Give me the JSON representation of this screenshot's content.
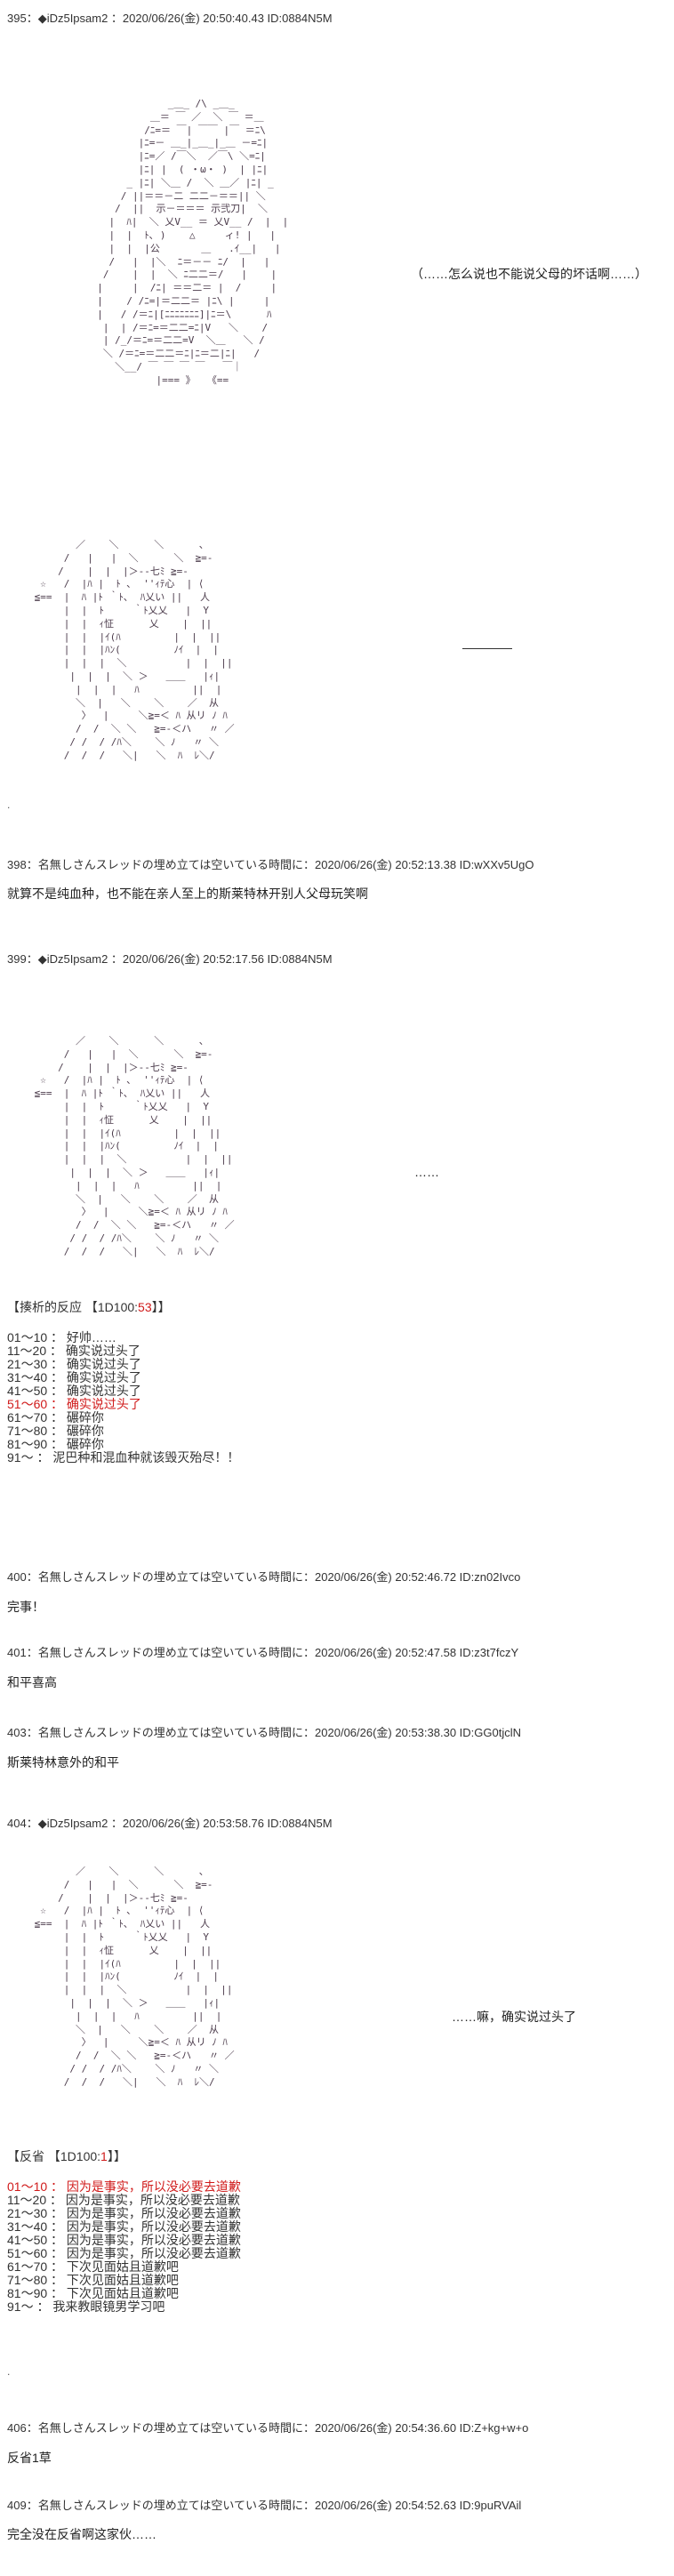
{
  "posts": [
    {
      "head": "395：◆iDz5Ipsam2 ：2020/06/26(金) 20:50:40.43 ID:0884N5M"
    },
    {
      "head": "398：名無しさんスレッドの埋め立ては空いている時間に：2020/06/26(金) 20:52:13.38 ID:wXXv5UgO",
      "body": "就算不是纯血种，也不能在亲人至上的斯莱特林开别人父母玩笑啊"
    },
    {
      "head": "399：◆iDz5Ipsam2 ：2020/06/26(金) 20:52:17.56 ID:0884N5M"
    },
    {
      "head": "400：名無しさんスレッドの埋め立ては空いている時間に：2020/06/26(金) 20:52:46.72 ID:zn02Ivco",
      "body": "完事！"
    },
    {
      "head": "401：名無しさんスレッドの埋め立ては空いている時間に：2020/06/26(金) 20:52:47.58 ID:z3t7fczY",
      "body": "和平喜高"
    },
    {
      "head": "403：名無しさんスレッドの埋め立ては空いている時間に：2020/06/26(金) 20:53:38.30 ID:GG0tjclN",
      "body": "斯莱特林意外的和平"
    },
    {
      "head": "404：◆iDz5Ipsam2 ：2020/06/26(金) 20:53:58.76 ID:0884N5M"
    },
    {
      "head": "406：名無しさんスレッドの埋め立ては空いている時間に：2020/06/26(金) 20:54:36.60 ID:Z+kg+w+o",
      "body": "反省1草"
    },
    {
      "head": "409：名無しさんスレッドの埋め立ては空いている時間に：2020/06/26(金) 20:54:52.63 ID:9puRVAil",
      "body": "完全没在反省啊这家伙……"
    }
  ],
  "asides": {
    "a1": "（……怎么说也不能说父母的坏话啊……）",
    "a2": "————",
    "a3": "……",
    "a4": "……嘛，确实说过头了"
  },
  "aa1": [
    "              _＿_ /\\ _＿_",
    "           ＿＝ ￣ ／  ＼ ￣ ＝＿",
    "          /ﾆ=＝ ￣| ￣￣ |￣ ＝ﾆ\\",
    "         |ﾆ=－ ＿_|_＿_|_＿ －=ﾆ|",
    "         |ﾆ=／ /￣＼  ／￣\\ ＼=ﾆ|",
    "         |ﾆ| |  ( ・ω・ )  | |ﾆ|",
    "       _ |ﾆ| ＼＿ /  ＼ ＿／ |ﾆ| _",
    "      / ||＝＝－二 二二－＝＝|| ＼",
    "     /  ||  示－＝＝＝ 示弐刀|  ＼",
    "    |  ﾊ|  ＼ 乂V__ ＝ 乂V__ /  |  |",
    "    |  |  ﾄ､ )    △     ィ! |   |",
    "    |  |  |公       ＿   .ｲ__|   |",
    "    /   |  |＼  ﾆ＝－－ ﾆ/  |   |",
    "   /    |  |  ＼ ﾆ二二＝/   |    |",
    "  |     |  /ﾆ| ＝＝二＝ |  /     |",
    "  |    / /ﾆ=|＝二二＝ |ﾆ\\ |     |",
    "  |   / /＝ﾆ|[ﾆﾆﾆﾆﾆﾆﾆ]|ﾆ＝\\      ﾊ",
    "   |  | /＝ﾆ=＝二二=ﾆ|V   ＼    /",
    "   | /_/＝ﾆ=＝二二=V  ＼＿   ＼ /",
    "   ＼ /＝ﾆ=＝二二＝ﾆ|ﾆ＝二|ﾆ|   /",
    "     ＼__/ ￣ ￣ ￣ ￣   ￣｜",
    "            |=== 》  《=="
  ],
  "aa2": [
    "        ／    ＼      ＼      ､",
    "      /   |   |  ＼      ＼  ≧=-",
    "     /    |  |  |＞-‐七ﾐ ≧=-",
    "  ☆   /  |ﾊ |  ﾄ ､  ''ｨﾃ心  | ⟨",
    " ≦==  |  ﾊ |ﾄ ｀ﾄ､  ﾊ乂い ||   人",
    "      |  |  ﾄ     ｀ﾄ乂乂   |  Y",
    "      |  |  ｨ怔      乂    |  ||",
    "      |  |  |ｲ(ﾊ         |  |  ||",
    "      |  |  |ﾊﾝ(         ﾉｲ  |  |",
    "      |  |  |  ＼          |  |  ||",
    "       |  |  |  ＼ ＞   ＿＿   |ｨ|",
    "        |  |  |   ﾊ         ||  |",
    "        ＼  |   ＼    ＼    ／  从",
    "         〉  |     ＼≧=＜ ﾊ 从リ ﾉ ﾊ",
    "        /  /  ＼ ＼   ≧=-＜ハ   〃 ／",
    "       / /  / /ﾊ＼    ＼ ﾉ   〃 ＼",
    "      /  /  /   ＼|   ＼  ﾊ  ﾚ＼/"
  ],
  "survey1": {
    "title_pre": "【揍析的反应  【1D100:",
    "title_num": "53",
    "title_post": "】】",
    "rows": [
      {
        "t": "01～10   ：  好帅……",
        "red": false
      },
      {
        "t": "11～20   ：  确实说过头了",
        "red": false
      },
      {
        "t": "21～30   ：  确实说过头了",
        "red": false
      },
      {
        "t": "31～40   ：  确实说过头了",
        "red": false
      },
      {
        "t": "41～50   ：  确实说过头了",
        "red": false
      },
      {
        "t": "51～60   ：  确实说过头了",
        "red": true
      },
      {
        "t": "61～70   ：  碾碎你",
        "red": false
      },
      {
        "t": "71～80   ：  碾碎你",
        "red": false
      },
      {
        "t": "81～90   ：  碾碎你",
        "red": false
      },
      {
        "t": "91～      ：  泥巴种和混血种就该毁灭殆尽！！",
        "red": false
      }
    ]
  },
  "survey2": {
    "title_pre": "【反省  【1D100:",
    "title_num": "1",
    "title_post": "】】",
    "rows": [
      {
        "t": "01～10   ：  因为是事实，所以没必要去道歉",
        "red": true
      },
      {
        "t": "11～20   ：  因为是事实，所以没必要去道歉",
        "red": false
      },
      {
        "t": "21～30   ：  因为是事实，所以没必要去道歉",
        "red": false
      },
      {
        "t": "31～40   ：  因为是事实，所以没必要去道歉",
        "red": false
      },
      {
        "t": "41～50   ：  因为是事实，所以没必要去道歉",
        "red": false
      },
      {
        "t": "51～60   ：  因为是事实，所以没必要去道歉",
        "red": false
      },
      {
        "t": "61～70   ：  下次见面姑且道歉吧",
        "red": false
      },
      {
        "t": "71～80   ：  下次见面姑且道歉吧",
        "red": false
      },
      {
        "t": "81～90   ：  下次见面姑且道歉吧",
        "red": false
      },
      {
        "t": "91～      ：  我来教眼镜男学习吧",
        "red": false
      }
    ]
  },
  "colors": {
    "red": "#d01a1a",
    "aa": "#4b3b4b"
  }
}
